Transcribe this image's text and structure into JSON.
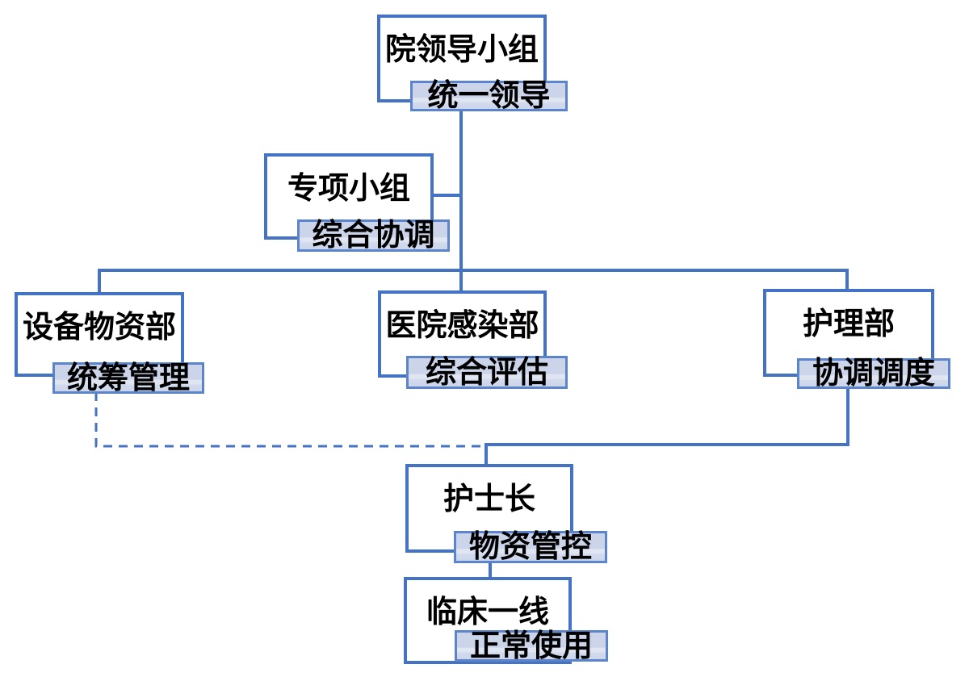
{
  "diagram": {
    "nodes": [
      {
        "id": "leadership",
        "label": "院领导小组",
        "tag": "统一领导"
      },
      {
        "id": "special-group",
        "label": "专项小组",
        "tag": "综合协调"
      },
      {
        "id": "equipment-supplies-dept",
        "label": "设备物资部",
        "tag": "统筹管理"
      },
      {
        "id": "hospital-infection-dept",
        "label": "医院感染部",
        "tag": "综合评估"
      },
      {
        "id": "nursing-dept",
        "label": "护理部",
        "tag": "协调调度"
      },
      {
        "id": "head-nurse",
        "label": "护士长",
        "tag": "物资管控"
      },
      {
        "id": "clinical-frontline",
        "label": "临床一线",
        "tag": "正常使用"
      }
    ],
    "edges": [
      {
        "from": "院领导小组",
        "to": "专项小组",
        "style": "solid"
      },
      {
        "from": "院领导小组",
        "to": "设备物资部",
        "style": "solid"
      },
      {
        "from": "院领导小组",
        "to": "医院感染部",
        "style": "solid"
      },
      {
        "from": "院领导小组",
        "to": "护理部",
        "style": "solid"
      },
      {
        "from": "护理部",
        "to": "护士长",
        "style": "solid"
      },
      {
        "from": "设备物资部",
        "to": "护士长",
        "style": "dashed"
      },
      {
        "from": "护士长",
        "to": "临床一线",
        "style": "solid"
      }
    ],
    "colors": {
      "line": "#4472C4",
      "tag_border": "#5b84cb",
      "tag_fill": "#cbd4e9",
      "tag_fill_highlight": "#e0e5f2",
      "box_fill": "#ffffff",
      "text": "#000000",
      "background": "#ffffff"
    }
  }
}
